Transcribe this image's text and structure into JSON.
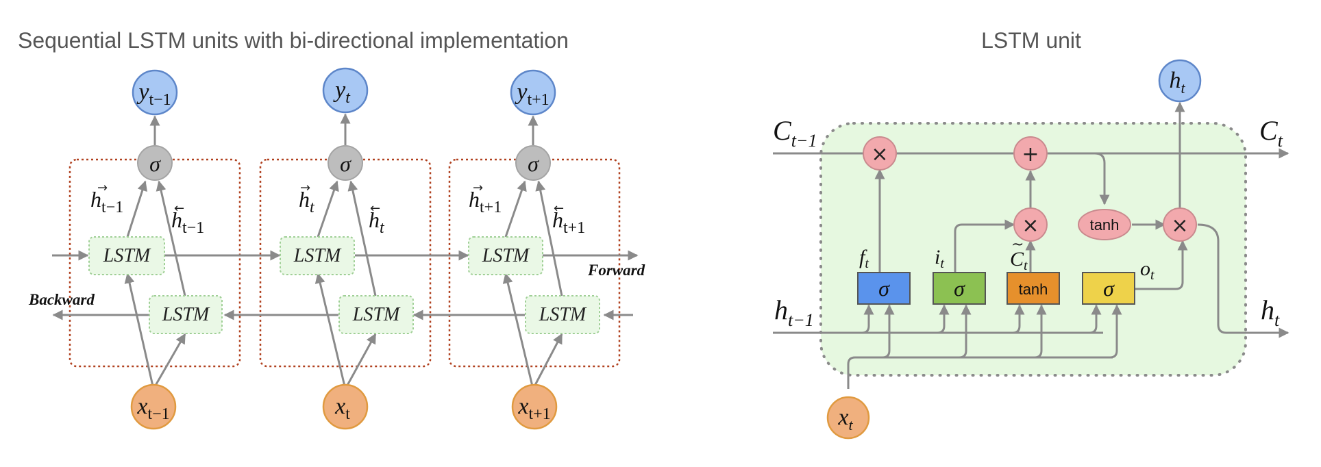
{
  "left_panel": {
    "title": "Sequential LSTM units with bi-directional implementation",
    "lstm_label": "LSTM",
    "forward_label": "Forward",
    "backward_label": "Backward",
    "sigma": "σ",
    "units": [
      {
        "y": "y",
        "y_sub": "t−1",
        "x": "x",
        "x_sub": "t−1",
        "hf": "h",
        "hf_sub": "t−1",
        "hb": "h",
        "hb_sub": "t−1"
      },
      {
        "y": "y",
        "y_sub": "t",
        "x": "x",
        "x_sub": "t",
        "hf": "h",
        "hf_sub": "t",
        "hb": "h",
        "hb_sub": "t"
      },
      {
        "y": "y",
        "y_sub": "t+1",
        "x": "x",
        "x_sub": "t+1",
        "hf": "h",
        "hf_sub": "t+1",
        "hb": "h",
        "hb_sub": "t+1"
      }
    ]
  },
  "right_panel": {
    "title": "LSTM unit",
    "c_prev": "C",
    "c_prev_sub": "t−1",
    "c_next": "C",
    "c_next_sub": "t",
    "h_prev": "h",
    "h_prev_sub": "t−1",
    "h_next": "h",
    "h_next_sub": "t",
    "h_out": "h",
    "h_out_sub": "t",
    "x_in": "x",
    "x_in_sub": "t",
    "gate_f": "f",
    "gate_f_sub": "t",
    "gate_i": "i",
    "gate_i_sub": "t",
    "gate_c": "C",
    "gate_c_sub": "t",
    "gate_o": "o",
    "gate_o_sub": "t",
    "sigma": "σ",
    "tanh": "tanh",
    "times": "×",
    "plus": "+"
  },
  "colors": {
    "output_node": "#a8c8f4",
    "input_node": "#f0b07e",
    "sigma_node": "#bdbdbd",
    "lstm_box": "#eaf8e6",
    "unit_border": "#b0401e",
    "cell_bg": "#e6f8e0",
    "op_node": "#f2a9ad",
    "gate_forget": "#5a93ec",
    "gate_input": "#8cc152",
    "gate_cand": "#e6902c",
    "gate_output": "#eed24a"
  }
}
